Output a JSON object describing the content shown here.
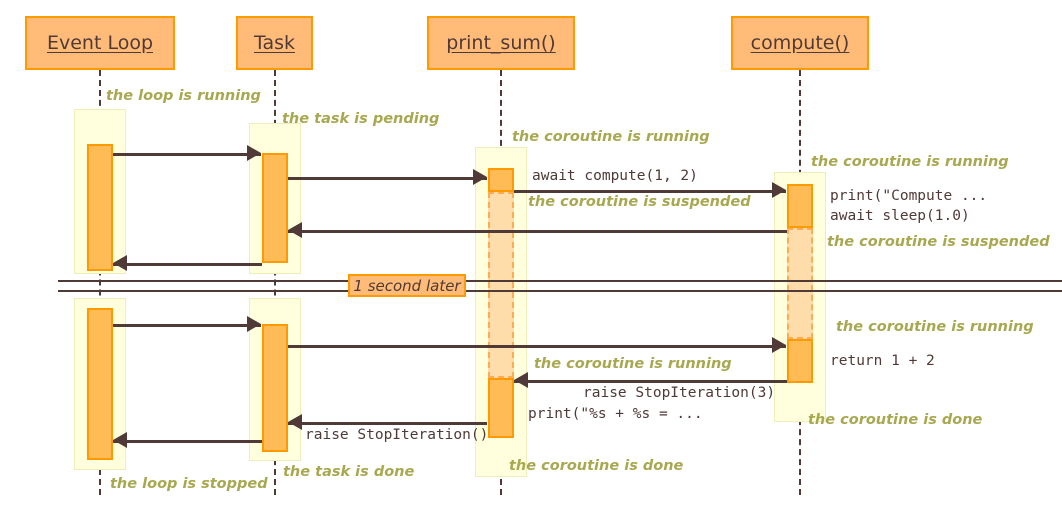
{
  "diagram": {
    "type": "sequence-diagram",
    "title": "asyncio event loop / coroutine sequence",
    "colors": {
      "participant_fill": "#FFBB77",
      "participant_border": "#FF9900",
      "activation_fill": "#FFBB55",
      "activation_border": "#FF9900",
      "suspended_fill": "#FFDDAA",
      "suspended_border": "#FFAA55",
      "band_fill": "#FFFFDD",
      "band_border": "#EEEEBB",
      "line": "#4F3A38",
      "note": "#A8A851"
    }
  },
  "participants": [
    {
      "id": "event-loop",
      "label": "Event Loop"
    },
    {
      "id": "task",
      "label": "Task"
    },
    {
      "id": "print-sum",
      "label": "print_sum()"
    },
    {
      "id": "compute",
      "label": "compute()"
    }
  ],
  "notes": [
    {
      "id": "loop-running",
      "text": "the loop is running"
    },
    {
      "id": "task-pending",
      "text": "the task is pending"
    },
    {
      "id": "printsum-running-1",
      "text": "the coroutine is running"
    },
    {
      "id": "compute-running-1",
      "text": "the coroutine is running"
    },
    {
      "id": "printsum-suspended",
      "text": "the coroutine is suspended"
    },
    {
      "id": "compute-suspended",
      "text": "the coroutine is suspended"
    },
    {
      "id": "compute-running-2",
      "text": "the coroutine is running"
    },
    {
      "id": "printsum-running-2",
      "text": "the coroutine is running"
    },
    {
      "id": "compute-done",
      "text": "the coroutine is done"
    },
    {
      "id": "printsum-done",
      "text": "the coroutine is done"
    },
    {
      "id": "task-done",
      "text": "the task is done"
    },
    {
      "id": "loop-stopped",
      "text": "the loop is stopped"
    }
  ],
  "messages": [
    {
      "id": "msg-await-compute",
      "text": "await compute(1, 2)"
    },
    {
      "id": "msg-print-compute",
      "text": "print(\"Compute ..."
    },
    {
      "id": "msg-await-sleep",
      "text": "await sleep(1.0)"
    },
    {
      "id": "msg-return-sum",
      "text": "return 1 + 2"
    },
    {
      "id": "msg-raise-stopiteration-3",
      "text": "raise StopIteration(3)"
    },
    {
      "id": "msg-print-result",
      "text": "print(\"%s + %s = ..."
    },
    {
      "id": "msg-raise-stopiteration",
      "text": "raise StopIteration()"
    }
  ],
  "delay": {
    "id": "delay-divider",
    "text": "1 second later"
  }
}
